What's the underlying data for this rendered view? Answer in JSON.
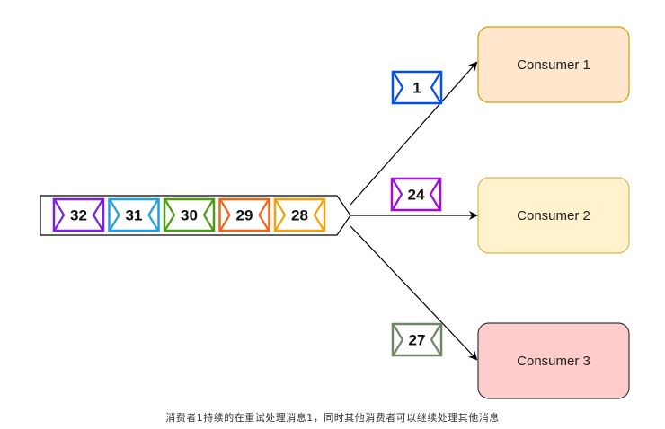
{
  "consumers": [
    {
      "label": "Consumer 1",
      "fill": "#ffe6cc",
      "stroke": "#d79b00"
    },
    {
      "label": "Consumer 2",
      "fill": "#fff2cc",
      "stroke": "#d6b656"
    },
    {
      "label": "Consumer 3",
      "fill": "#ffcccc",
      "stroke": "#36393d"
    }
  ],
  "queue_messages": [
    {
      "num": "32",
      "color": "#7f1fe0"
    },
    {
      "num": "31",
      "color": "#1ba1e2"
    },
    {
      "num": "30",
      "color": "#4d9a14"
    },
    {
      "num": "29",
      "color": "#f06414"
    },
    {
      "num": "28",
      "color": "#f0a30a"
    }
  ],
  "in_flight": [
    {
      "num": "1",
      "color": "#0050ef",
      "consumer": 0
    },
    {
      "num": "24",
      "color": "#a20ce0",
      "consumer": 1
    },
    {
      "num": "27",
      "color": "#6d8764",
      "consumer": 2
    }
  ],
  "caption": "消费者1持续的在重试处理消息1，同时其他消费者可以继续处理其他消息"
}
